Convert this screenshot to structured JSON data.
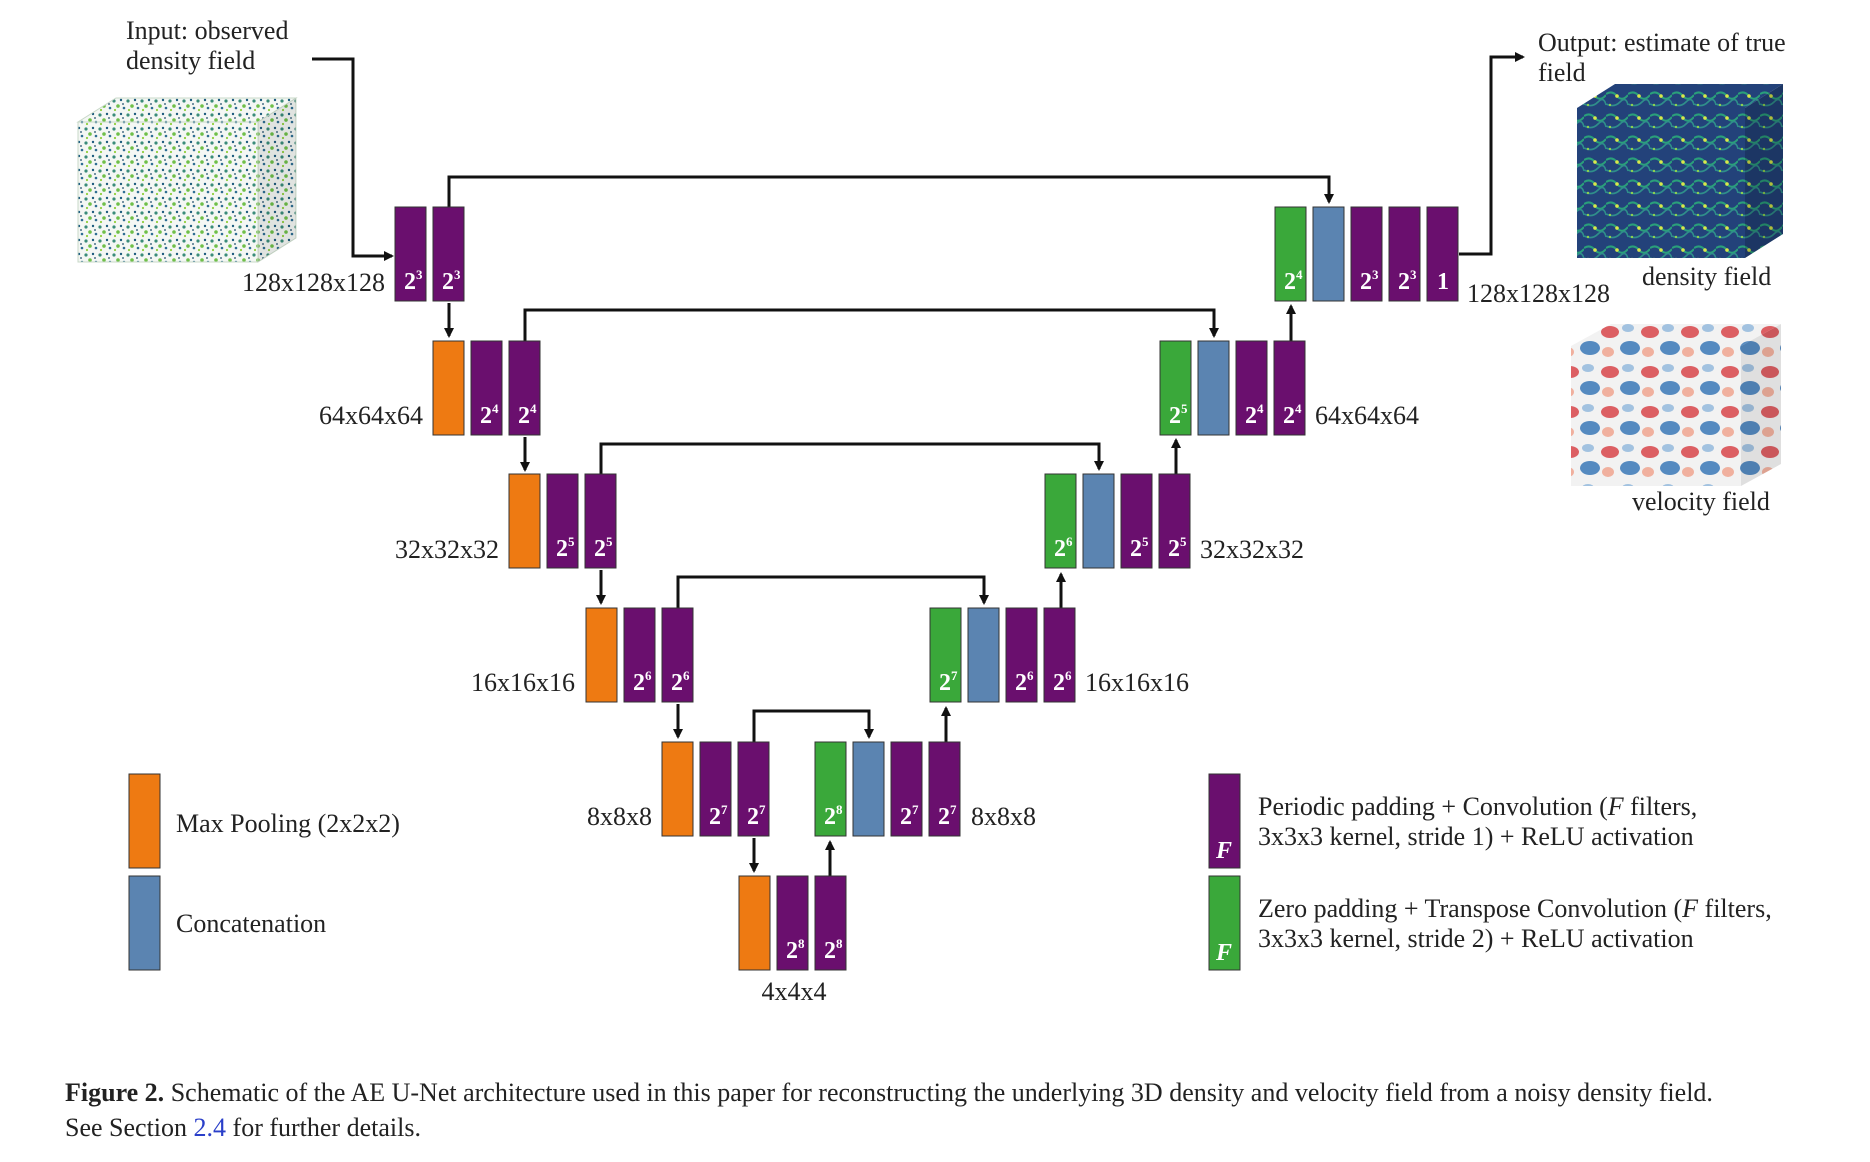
{
  "input_label": [
    "Input: observed",
    "density field"
  ],
  "output_label": [
    "Output: estimate of true",
    "field"
  ],
  "density_field_label": "density field",
  "velocity_field_label": "velocity field",
  "resolutions": {
    "r128": "128x128x128",
    "r64": "64x64x64",
    "r32": "32x32x32",
    "r16": "16x16x16",
    "r8": "8x8x8",
    "r4": "4x4x4"
  },
  "blocks": {
    "enc1": [
      "2^3",
      "2^3"
    ],
    "enc2": [
      "2^4",
      "2^4"
    ],
    "enc3": [
      "2^5",
      "2^5"
    ],
    "enc4": [
      "2^6",
      "2^6"
    ],
    "enc5": [
      "2^7",
      "2^7"
    ],
    "bottom": [
      "2^8",
      "2^8"
    ],
    "dec5": [
      "2^8",
      "2^7",
      "2^7"
    ],
    "dec4": [
      "2^7",
      "2^6",
      "2^6"
    ],
    "dec3": [
      "2^6",
      "2^5",
      "2^5"
    ],
    "dec2": [
      "2^5",
      "2^4",
      "2^4"
    ],
    "dec1": [
      "2^4",
      "2^3",
      "2^3",
      "1"
    ]
  },
  "legend": {
    "max_pooling": "Max Pooling (2x2x2)",
    "concatenation": "Concatenation",
    "conv_line1": [
      "Periodic padding + Convolution (",
      "F",
      " filters,"
    ],
    "conv_line2": "3x3x3 kernel, stride 1) + ReLU activation",
    "tconv_line1": [
      "Zero padding + Transpose Convolution (",
      "F",
      " filters,"
    ],
    "tconv_line2": "3x3x3 kernel, stride 2) + ReLU activation",
    "filter_symbol": "F"
  },
  "colors": {
    "conv": "#6a0f6e",
    "pool": "#ee7a12",
    "concat": "#5b84b1",
    "tconv": "#3aa83a"
  },
  "caption": {
    "figure": "Figure 2.",
    "text_line1": " Schematic of the AE U-Net architecture used in this paper for reconstructing the underlying 3D density and velocity field from a noisy density field.",
    "text_before_ref": "See Section ",
    "ref": "2.4",
    "text_after_ref": " for further details."
  }
}
